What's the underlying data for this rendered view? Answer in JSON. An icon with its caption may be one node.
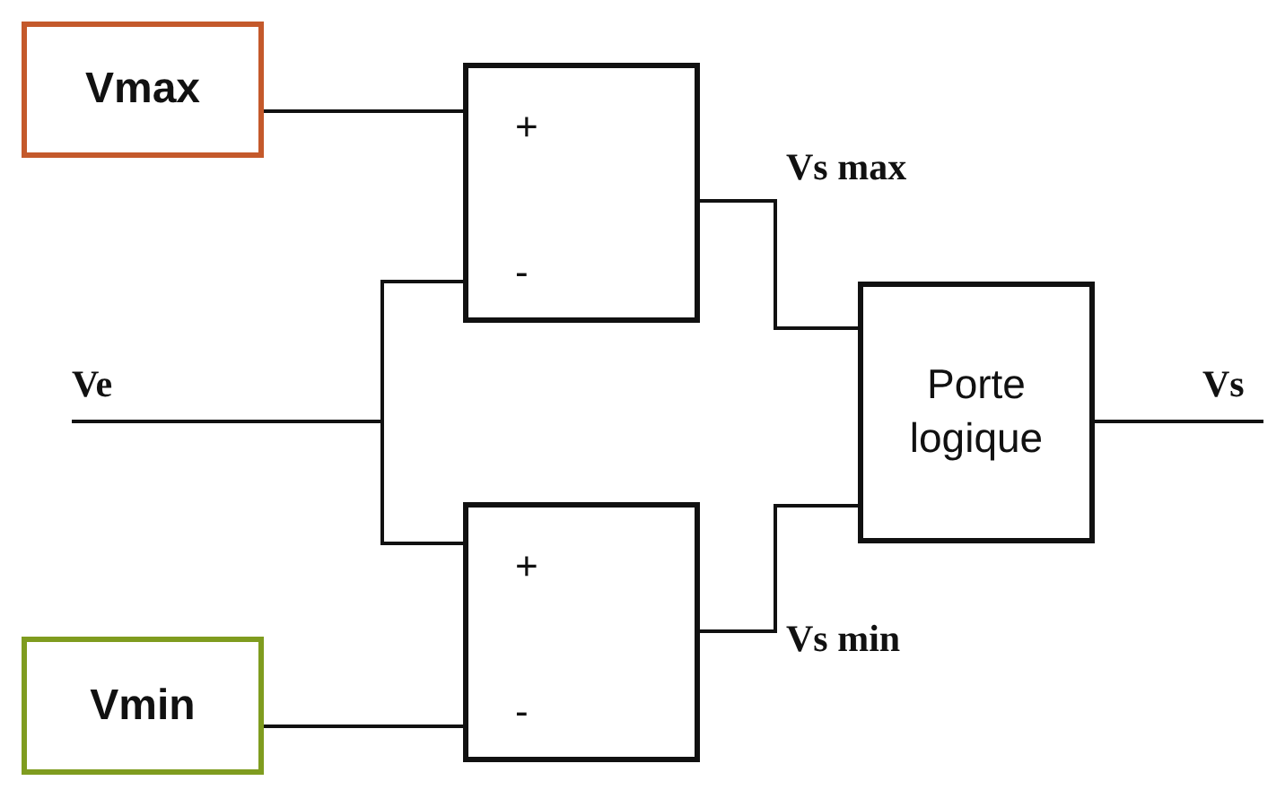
{
  "diagram": {
    "nodes": [
      {
        "text": [
          "Vmax"
        ]
      },
      {
        "text": [
          "+",
          "-"
        ]
      },
      {
        "text": [
          "Ve"
        ]
      },
      {
        "text": [
          "+",
          "-"
        ]
      },
      {
        "text": [
          "Vmin"
        ]
      },
      {
        "text": [
          "Porte logique"
        ]
      },
      {
        "text": [
          "Vs"
        ]
      }
    ],
    "edges": [
      {
        "from": 0,
        "to": 1,
        "arrow": "none"
      },
      {
        "from": 2,
        "to": 1,
        "arrow": "none"
      },
      {
        "from": 2,
        "to": 3,
        "arrow": "none"
      },
      {
        "from": 4,
        "to": 3,
        "arrow": "none"
      },
      {
        "from": 1,
        "to": 5,
        "arrow": "none",
        "label": "Vs max"
      },
      {
        "from": 3,
        "to": 5,
        "arrow": "none",
        "label": "Vs min"
      },
      {
        "from": 5,
        "to": 6,
        "arrow": "none"
      }
    ]
  }
}
